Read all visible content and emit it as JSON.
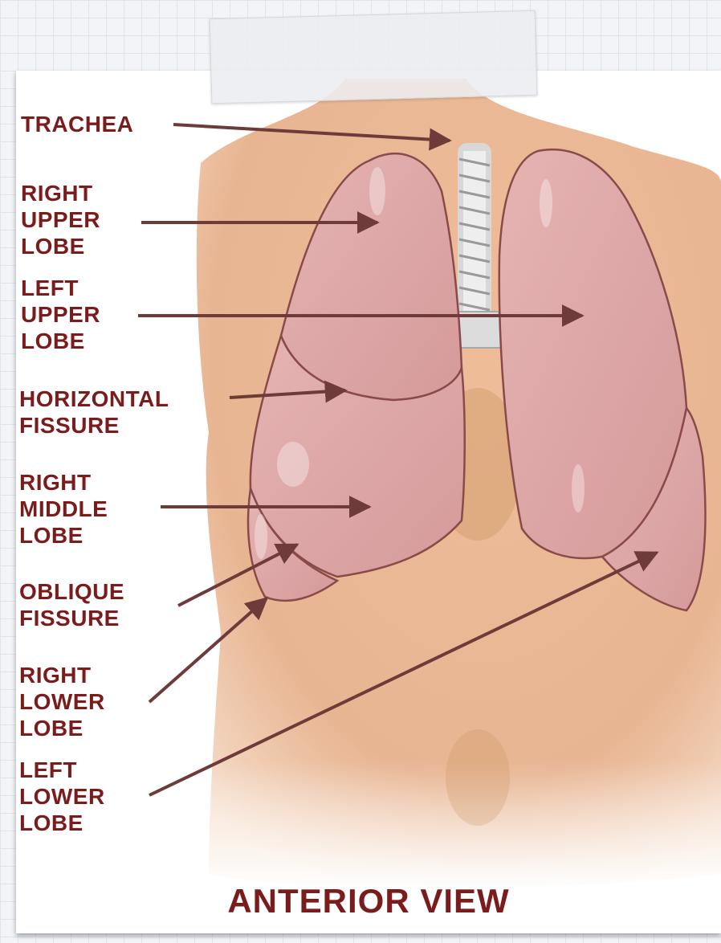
{
  "labels": {
    "trachea": "TRACHEA",
    "right_upper_lobe": "RIGHT\nUPPER\nLOBE",
    "left_upper_lobe": "LEFT\nUPPER\nLOBE",
    "horizontal_fissure": "HORIZONTAL\nFISSURE",
    "right_middle_lobe": "RIGHT\nMIDDLE\nLOBE",
    "oblique_fissure": "OBLIQUE\nFISSURE",
    "right_lower_lobe": "RIGHT\nLOWER\nLOBE",
    "left_lower_lobe": "LEFT\nLOWER\nLOBE"
  },
  "caption": "ANTERIOR VIEW",
  "colors": {
    "label_text": "#7b1c1c",
    "skin": "#e8b592",
    "lung": "#dba2a2",
    "lung_outline": "#8a4a4a",
    "arrow": "#6e3a3a"
  }
}
